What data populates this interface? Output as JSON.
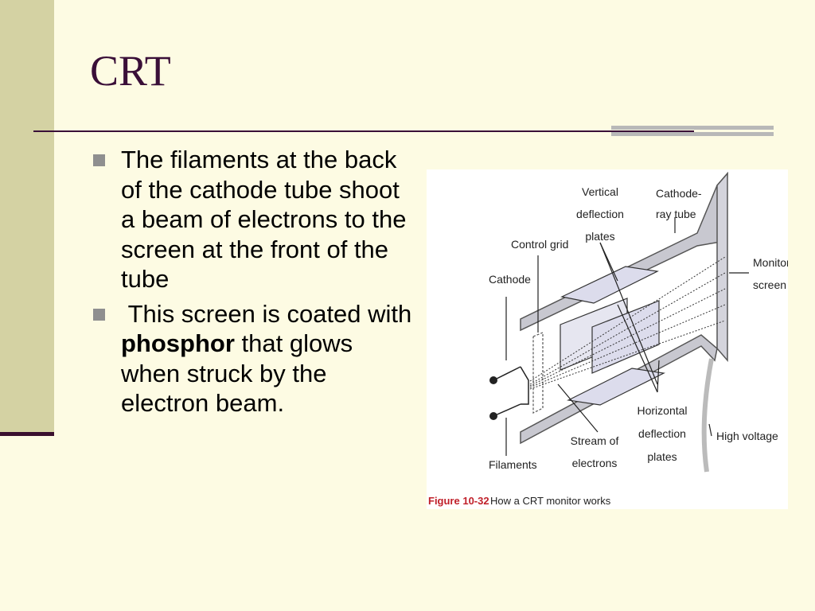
{
  "slide": {
    "title": "CRT",
    "bullets": [
      {
        "text": "The filaments at the back of the cathode tube shoot a beam of electrons to the screen at the front of the tube"
      },
      {
        "prefix": " This screen is coated with ",
        "bold": "phosphor",
        "suffix": " that glows when struck by the electron beam."
      }
    ]
  },
  "figure": {
    "labels": {
      "vertical_plates": [
        "Vertical",
        "deflection",
        "plates"
      ],
      "cathode_ray_tube": [
        "Cathode-",
        "ray tube"
      ],
      "control_grid": "Control grid",
      "cathode": "Cathode",
      "monitor_screen": [
        "Monitor",
        "screen"
      ],
      "horizontal_plates": [
        "Horizontal",
        "deflection",
        "plates"
      ],
      "high_voltage": "High voltage",
      "stream": [
        "Stream of",
        "electrons"
      ],
      "filaments": "Filaments"
    },
    "caption_number": "Figure 10-32",
    "caption_text": "How a CRT monitor works",
    "colors": {
      "caption_red": "#c0202a",
      "plate_fill": "#dcdcec",
      "tube_fill": "#c8c8d0"
    }
  }
}
